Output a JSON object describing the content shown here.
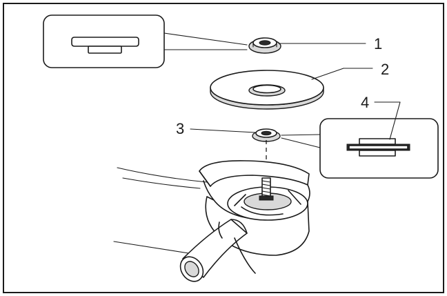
{
  "callouts": [
    {
      "id": "1",
      "label": "1"
    },
    {
      "id": "2",
      "label": "2"
    },
    {
      "id": "3",
      "label": "3"
    },
    {
      "id": "4",
      "label": "4"
    }
  ],
  "colors": {
    "ink": "#1a1a1a",
    "paper": "#ffffff",
    "shade": "#d9d9d9"
  }
}
